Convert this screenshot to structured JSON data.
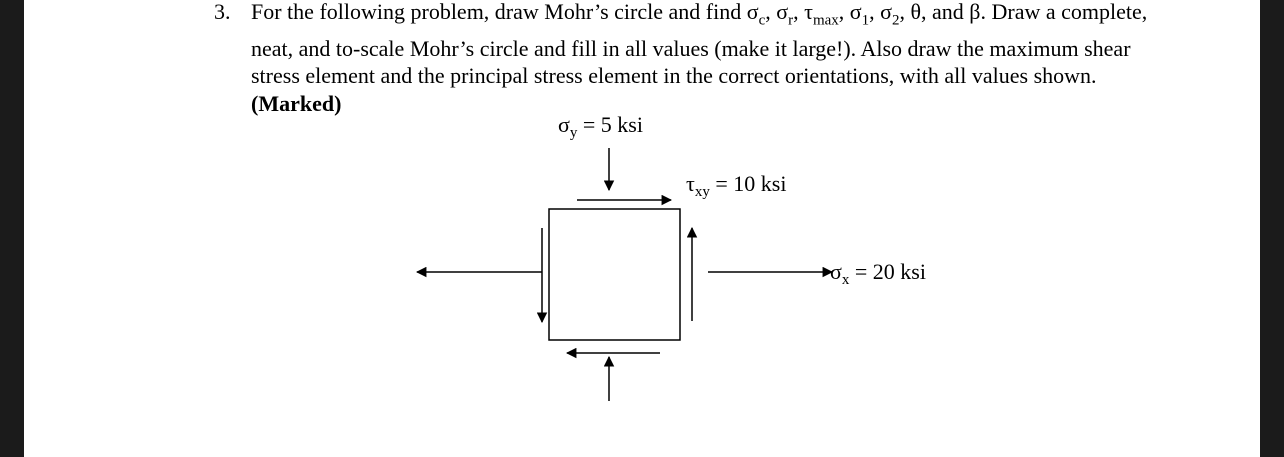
{
  "problem": {
    "number": "3.",
    "text_part1": "For the following problem, draw Mohr’s circle and find σ",
    "sub_c": "c",
    "sep1": ", σ",
    "sub_r": "r",
    "sep2": ", τ",
    "sub_max": "max",
    "sep3": ", σ",
    "sub_1": "1",
    "sep4": ", σ",
    "sub_2": "2",
    "text_part2": ", θ, and β. Draw a complete, neat, and to-scale Mohr’s circle and fill in all values (make it large!). Also draw the maximum shear stress element and the principal stress element in the correct orientations, with all values shown. ",
    "marked": "(Marked)"
  },
  "diagram": {
    "sigma_y": {
      "symbol": "σ",
      "sub": "y",
      "value": " = 5 ksi"
    },
    "tau_xy": {
      "symbol": "τ",
      "sub": "xy",
      "value": " = 10 ksi"
    },
    "sigma_x": {
      "symbol": "σ",
      "sub": "x",
      "value": " = 20 ksi"
    }
  }
}
